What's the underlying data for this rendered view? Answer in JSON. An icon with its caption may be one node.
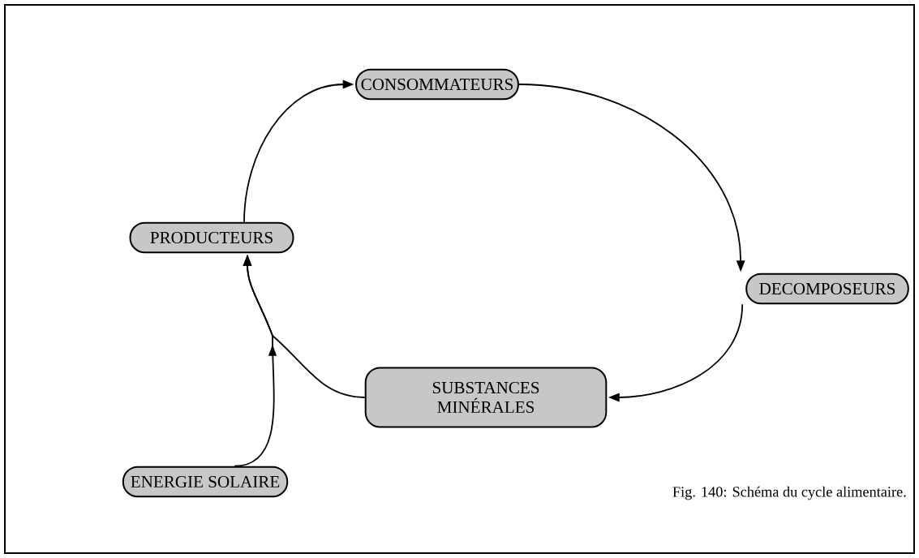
{
  "diagram": {
    "caption": "Fig. 140: Schéma du cycle alimentaire.",
    "nodes": [
      {
        "text": [
          "CONSOMMATEURS"
        ]
      },
      {
        "text": [
          "PRODUCTEURS"
        ]
      },
      {
        "text": [
          "DECOMPOSEURS"
        ]
      },
      {
        "text": [
          "SUBSTANCES MINÉRALES"
        ]
      },
      {
        "text": [
          "ENERGIE SOLAIRE"
        ]
      }
    ],
    "edges": [
      {
        "from": 1,
        "to": 0,
        "arrow": "to"
      },
      {
        "from": 0,
        "to": 2,
        "arrow": "to"
      },
      {
        "from": 2,
        "to": 3,
        "arrow": "to"
      },
      {
        "from": 3,
        "to": 1,
        "arrow": "to"
      },
      {
        "from": 4,
        "to": 1,
        "arrow": "to"
      }
    ]
  }
}
